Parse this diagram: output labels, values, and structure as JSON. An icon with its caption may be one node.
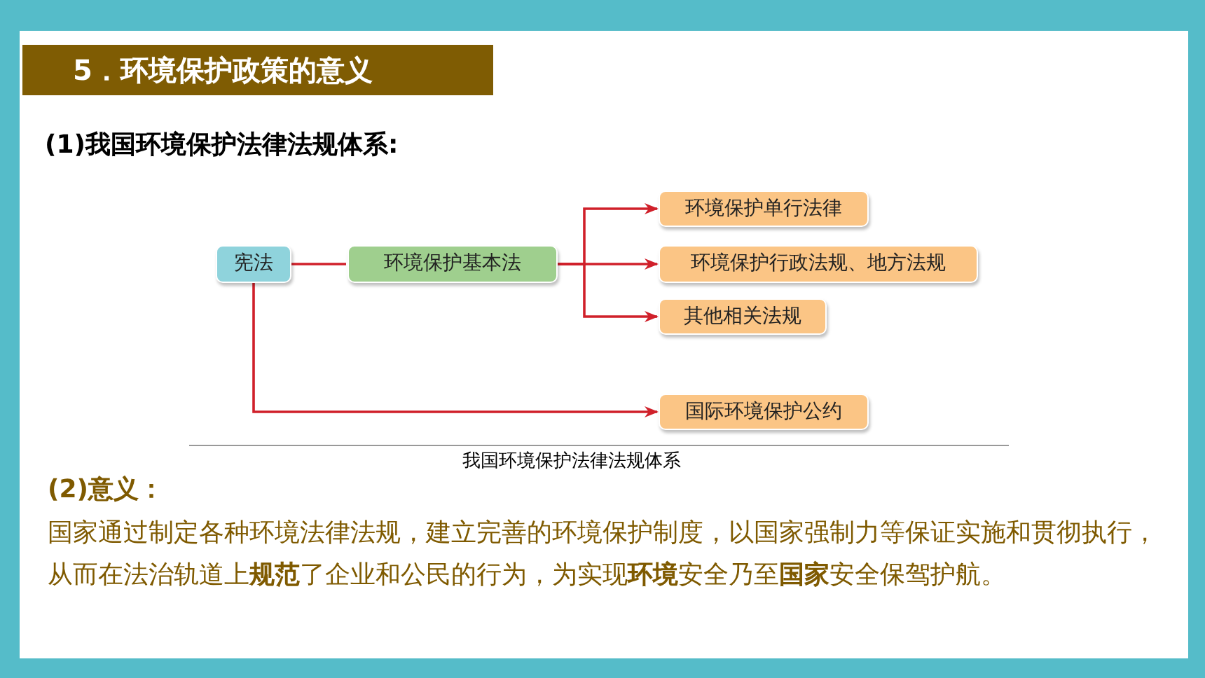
{
  "diagram": {
    "title": "5．环境保护政策的意义",
    "nodes": [
      {
        "text": [
          "宪法"
        ]
      },
      {
        "text": [
          "环境保护基本法"
        ]
      },
      {
        "text": [
          "环境保护单行法律"
        ]
      },
      {
        "text": [
          "环境保护行政法规、地方法规"
        ]
      },
      {
        "text": [
          "其他相关法规"
        ]
      },
      {
        "text": [
          "国际环境保护公约"
        ]
      }
    ],
    "edges": [
      {
        "from": 0,
        "to": 1,
        "arrow": "none"
      },
      {
        "from": 1,
        "to": 2,
        "arrow": "to"
      },
      {
        "from": 1,
        "to": 3,
        "arrow": "to"
      },
      {
        "from": 1,
        "to": 4,
        "arrow": "to"
      },
      {
        "from": 0,
        "to": 5,
        "arrow": "to"
      }
    ],
    "labels": [
      "(1)我国环境保护法律法规体系:",
      "我国环境保护法律法规体系",
      "(2)意义：",
      "国家通过制定各种环境法律法规，建立完善的环境保护制度，以国家强制力等保证实施和贯彻执行，从而在法治轨道上**规范**了企业和公民的行为，为实现**环境**安全乃至**国家**安全保驾护航。"
    ]
  }
}
